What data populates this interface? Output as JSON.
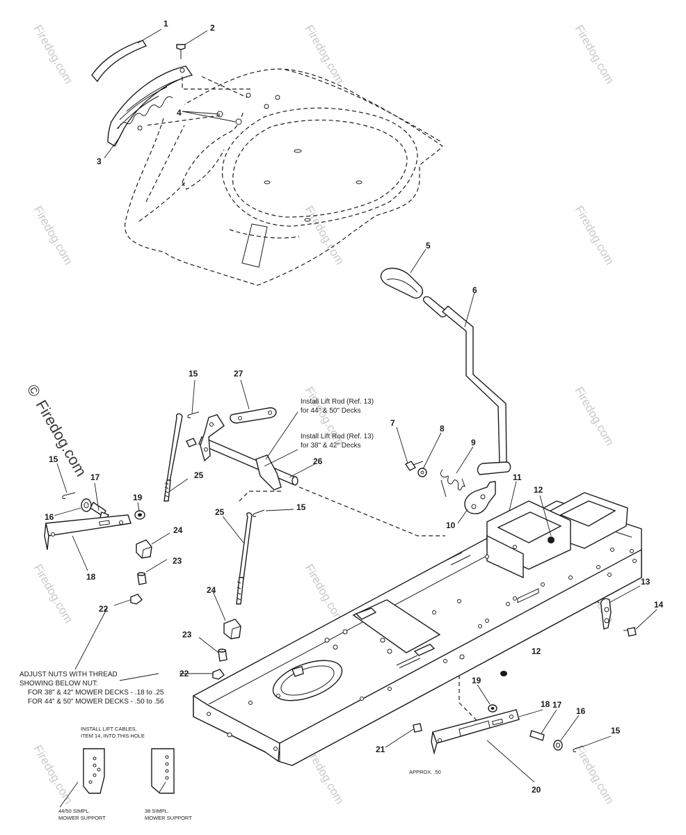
{
  "watermark": {
    "text": "Firedog.com",
    "copyright_symbol": "©"
  },
  "callouts": {
    "c1": "1",
    "c2": "2",
    "c3": "3",
    "c4": "4",
    "c5": "5",
    "c6": "6",
    "c7": "7",
    "c8": "8",
    "c9": "9",
    "c10": "10",
    "c11": "11",
    "c12a": "12",
    "c12b": "12",
    "c13": "13",
    "c14": "14",
    "c15a": "15",
    "c15b": "15",
    "c15c": "15",
    "c15d": "15",
    "c16a": "16",
    "c16b": "16",
    "c17a": "17",
    "c17b": "17",
    "c18a": "18",
    "c18b": "18",
    "c19a": "19",
    "c19b": "19",
    "c20": "20",
    "c21": "21",
    "c22a": "22",
    "c22b": "22",
    "c23a": "23",
    "c23b": "23",
    "c24a": "24",
    "c24b": "24",
    "c25a": "25",
    "c25b": "25",
    "c26": "26",
    "c27": "27"
  },
  "notes": {
    "lift_rod_44_50_line1": "Install Lift Rod (Ref. 13)",
    "lift_rod_44_50_line2": "for 44\" & 50\" Decks",
    "lift_rod_38_42_line1": "Install Lift Rod (Ref. 13)",
    "lift_rod_38_42_line2": "for 38\" & 42\" Decks",
    "adjust_line1": "ADJUST NUTS WITH THREAD",
    "adjust_line2": "SHOWING BELOW NUT:",
    "adjust_line3": "FOR 38\" & 42\" MOWER DECKS - .18 to .25",
    "adjust_line4": "FOR 44\" & 50\" MOWER DECKS - .50 to .56",
    "install_cables_line1": "INSTALL LIFT CABLES,",
    "install_cables_line2": "ITEM 14, INTO THIS HOLE",
    "support_44_50_line1": "44/50 SIMPL.",
    "support_44_50_line2": "MOWER SUPPORT",
    "support_38_line1": "38 SIMPL.",
    "support_38_line2": "MOWER SUPPORT",
    "approx": "APPROX. .50"
  }
}
